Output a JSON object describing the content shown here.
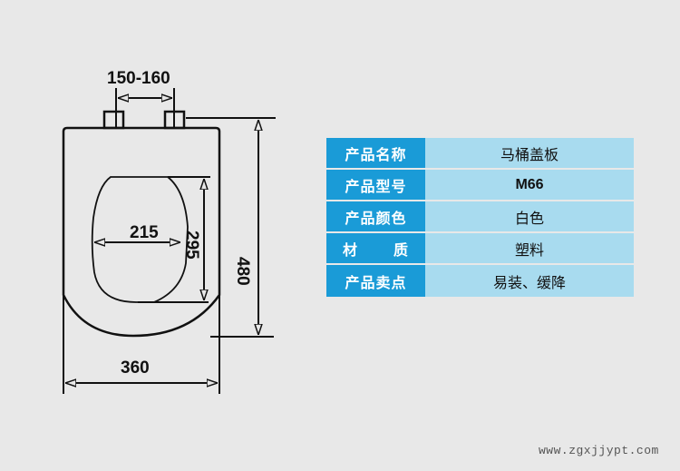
{
  "diagram": {
    "dimensions": {
      "hinge_spacing": "150-160",
      "inner_width": "215",
      "inner_length": "295",
      "outer_length": "480",
      "outer_width": "360"
    }
  },
  "spec_table": {
    "rows": [
      {
        "label": "产品名称",
        "value": "马桶盖板"
      },
      {
        "label": "产品型号",
        "value": "M66"
      },
      {
        "label": "产品颜色",
        "value": "白色"
      },
      {
        "label_a": "材",
        "label_b": "质",
        "value": "塑料"
      },
      {
        "label": "产品卖点",
        "value": "易装、缓降"
      }
    ],
    "colors": {
      "label_bg": "#1a9bd7",
      "value_bg": "#a8dbef"
    }
  },
  "watermark": "www.zgxjjypt.com"
}
